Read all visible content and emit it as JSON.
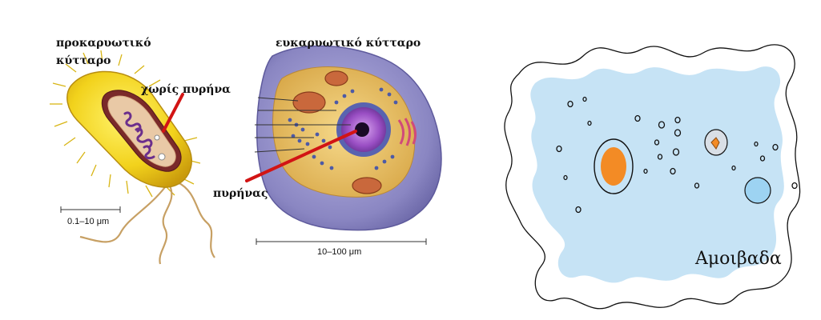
{
  "prokaryote": {
    "title_line1": "προκαρυωτικό",
    "title_line2": "κύτταρο",
    "no_nucleus_label": "χωρίς πυρήνα",
    "scale_label": "0.1–10 μm"
  },
  "eukaryote": {
    "title": "ευκαρυωτικό κύτταρο",
    "nucleus_label": "πυρήνας",
    "scale_label": "10–100 μm"
  },
  "amoeba": {
    "label": "Αμοιβαδα"
  },
  "colors": {
    "pointer_red": "#d21414",
    "bacterium_yellow": "#f2d21c",
    "eukaryote_purple": "#8a86c2",
    "nucleus_purple": "#9a4fc4",
    "amoeba_fill": "#c6e3f5",
    "amoeba_nucleus_orange": "#f38b25",
    "vacuole_blue": "#9dd3f2"
  }
}
